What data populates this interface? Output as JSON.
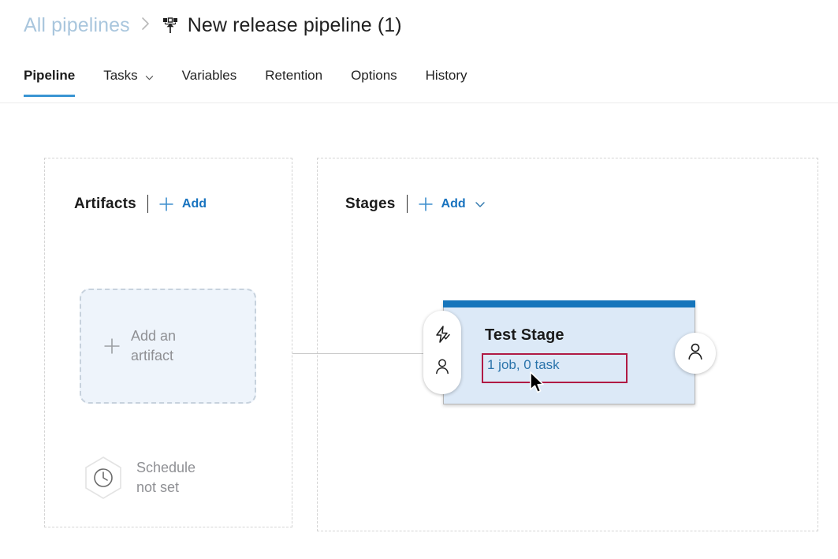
{
  "breadcrumb": {
    "parent_label": "All pipelines",
    "separator": "›",
    "title": "New release pipeline (1)",
    "title_icon": "release-pipeline-icon"
  },
  "tabs": [
    {
      "label": "Pipeline",
      "active": true,
      "has_chevron": false,
      "name": "tab-pipeline"
    },
    {
      "label": "Tasks",
      "active": false,
      "has_chevron": true,
      "name": "tab-tasks"
    },
    {
      "label": "Variables",
      "active": false,
      "has_chevron": false,
      "name": "tab-variables"
    },
    {
      "label": "Retention",
      "active": false,
      "has_chevron": false,
      "name": "tab-retention"
    },
    {
      "label": "Options",
      "active": false,
      "has_chevron": false,
      "name": "tab-options"
    },
    {
      "label": "History",
      "active": false,
      "has_chevron": false,
      "name": "tab-history"
    }
  ],
  "artifacts_panel": {
    "title": "Artifacts",
    "add_label": "Add",
    "add_icon": "plus-icon",
    "drop_zone": {
      "label": "Add an\nartifact",
      "icon": "plus-icon"
    },
    "schedule": {
      "label": "Schedule\nnot set",
      "icon": "clock-icon"
    }
  },
  "stages_panel": {
    "title": "Stages",
    "add_label": "Add",
    "add_icon": "plus-icon",
    "add_chevron_icon": "chevron-down-icon",
    "stages": [
      {
        "name": "Test Stage",
        "jobs_summary": "1 job, 0 task",
        "pre_deployment_icons": [
          "lightning-check-icon",
          "person-icon"
        ],
        "post_deployment_icons": [
          "person-icon"
        ],
        "highlighted": true
      }
    ]
  },
  "colors": {
    "accent_blue": "#1873bf",
    "tab_underline": "#3a95d3",
    "stage_header": "#1675bb",
    "stage_body": "#dce9f7",
    "highlight_outline": "#b01a44",
    "breadcrumb_link": "#a9c6dd",
    "muted_text": "#8f9094"
  }
}
